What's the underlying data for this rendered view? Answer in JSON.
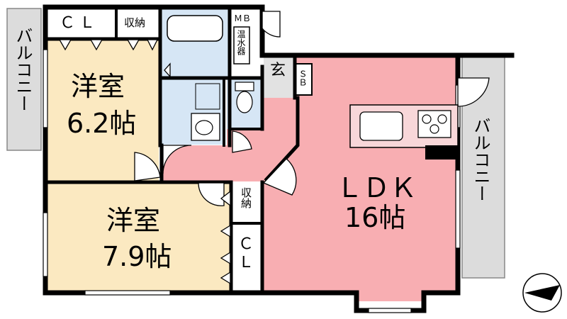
{
  "colors": {
    "ldk": "#f8aeb2",
    "bedroom": "#fbe9c1",
    "wet": "#d6e6f5",
    "balcony": "#dcdcdc",
    "wall": "#000000"
  },
  "rooms": {
    "bedroom_upper": {
      "name": "洋室",
      "size": "6.2帖"
    },
    "bedroom_lower": {
      "name": "洋室",
      "size": "7.9帖"
    },
    "ldk": {
      "name": "ＬＤＫ",
      "size": "16帖"
    }
  },
  "closets": {
    "cl_top": "ＣＬ",
    "storage_top": "収納",
    "storage_mid": "収納",
    "cl_bottom": "ＣＬ"
  },
  "utility": {
    "mb": "ＭＢ",
    "water_heater": "温水器",
    "entrance": "玄",
    "shoe_box": "ＳＢ"
  },
  "balconies": {
    "left": "バルコニー",
    "right": "バルコニー"
  },
  "icons": {
    "compass": "north-arrow-icon",
    "stove": "stove-icon",
    "sink": "sink-icon",
    "bathtub": "bathtub-icon",
    "toilet": "toilet-icon",
    "washbasin": "washbasin-icon"
  }
}
